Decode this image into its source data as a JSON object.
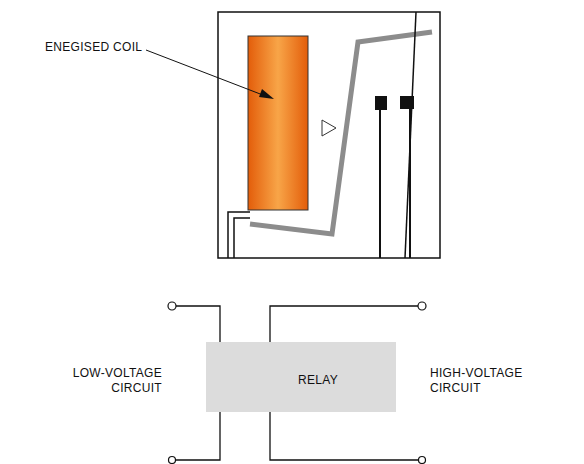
{
  "diagram": {
    "nodes": [
      {
        "text": [
          "RELAY"
        ]
      }
    ],
    "labels": [
      "ENEGISED COIL",
      "LOW-VOLTAGE CIRCUIT",
      "HIGH-VOLTAGE CIRCUIT"
    ]
  }
}
